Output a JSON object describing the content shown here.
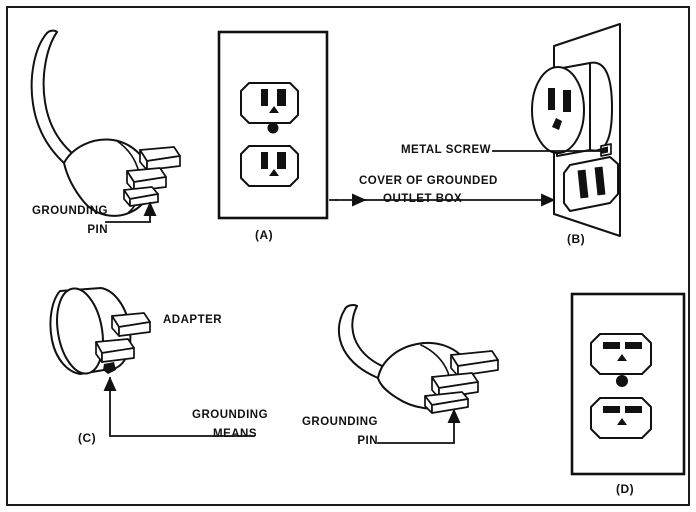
{
  "figure": {
    "kind": "electrical-grounding-diagram",
    "border_color": "#1a1a1a",
    "ink_color": "#111111",
    "paper_color": "#ffffff"
  },
  "panels": [
    {
      "id": "A",
      "label": "(A)",
      "subject": "grounded three-prong plug and duplex grounding receptacle faceplate",
      "receptacle_style": "vertical-slots",
      "outlets": 2
    },
    {
      "id": "B",
      "label": "(B)",
      "subject": "grounded outlet box cover shown in perspective with receptacles",
      "receptacle_style": "perspective",
      "outlets": 2
    },
    {
      "id": "C",
      "label": "(C)",
      "subject": "two-prong adapter with grounding means tab",
      "receptacle_style": "adapter",
      "outlets": 0
    },
    {
      "id": "D",
      "label": "(D)",
      "subject": "grounded plug and duplex receptacle faceplate with horizontal slots",
      "receptacle_style": "horizontal-slots",
      "outlets": 2
    }
  ],
  "callouts": [
    {
      "id": "grounding-pin-top",
      "line1": "GROUNDING",
      "line2": "PIN"
    },
    {
      "id": "metal-screw",
      "line1": "METAL SCREW",
      "line2": ""
    },
    {
      "id": "cover-outlet-box",
      "line1": "COVER OF GROUNDED",
      "line2": "OUTLET BOX"
    },
    {
      "id": "adapter-title",
      "line1": "ADAPTER",
      "line2": ""
    },
    {
      "id": "grounding-means",
      "line1": "GROUNDING",
      "line2": "MEANS"
    },
    {
      "id": "grounding-pin-bottom",
      "line1": "GROUNDING",
      "line2": "PIN"
    }
  ]
}
